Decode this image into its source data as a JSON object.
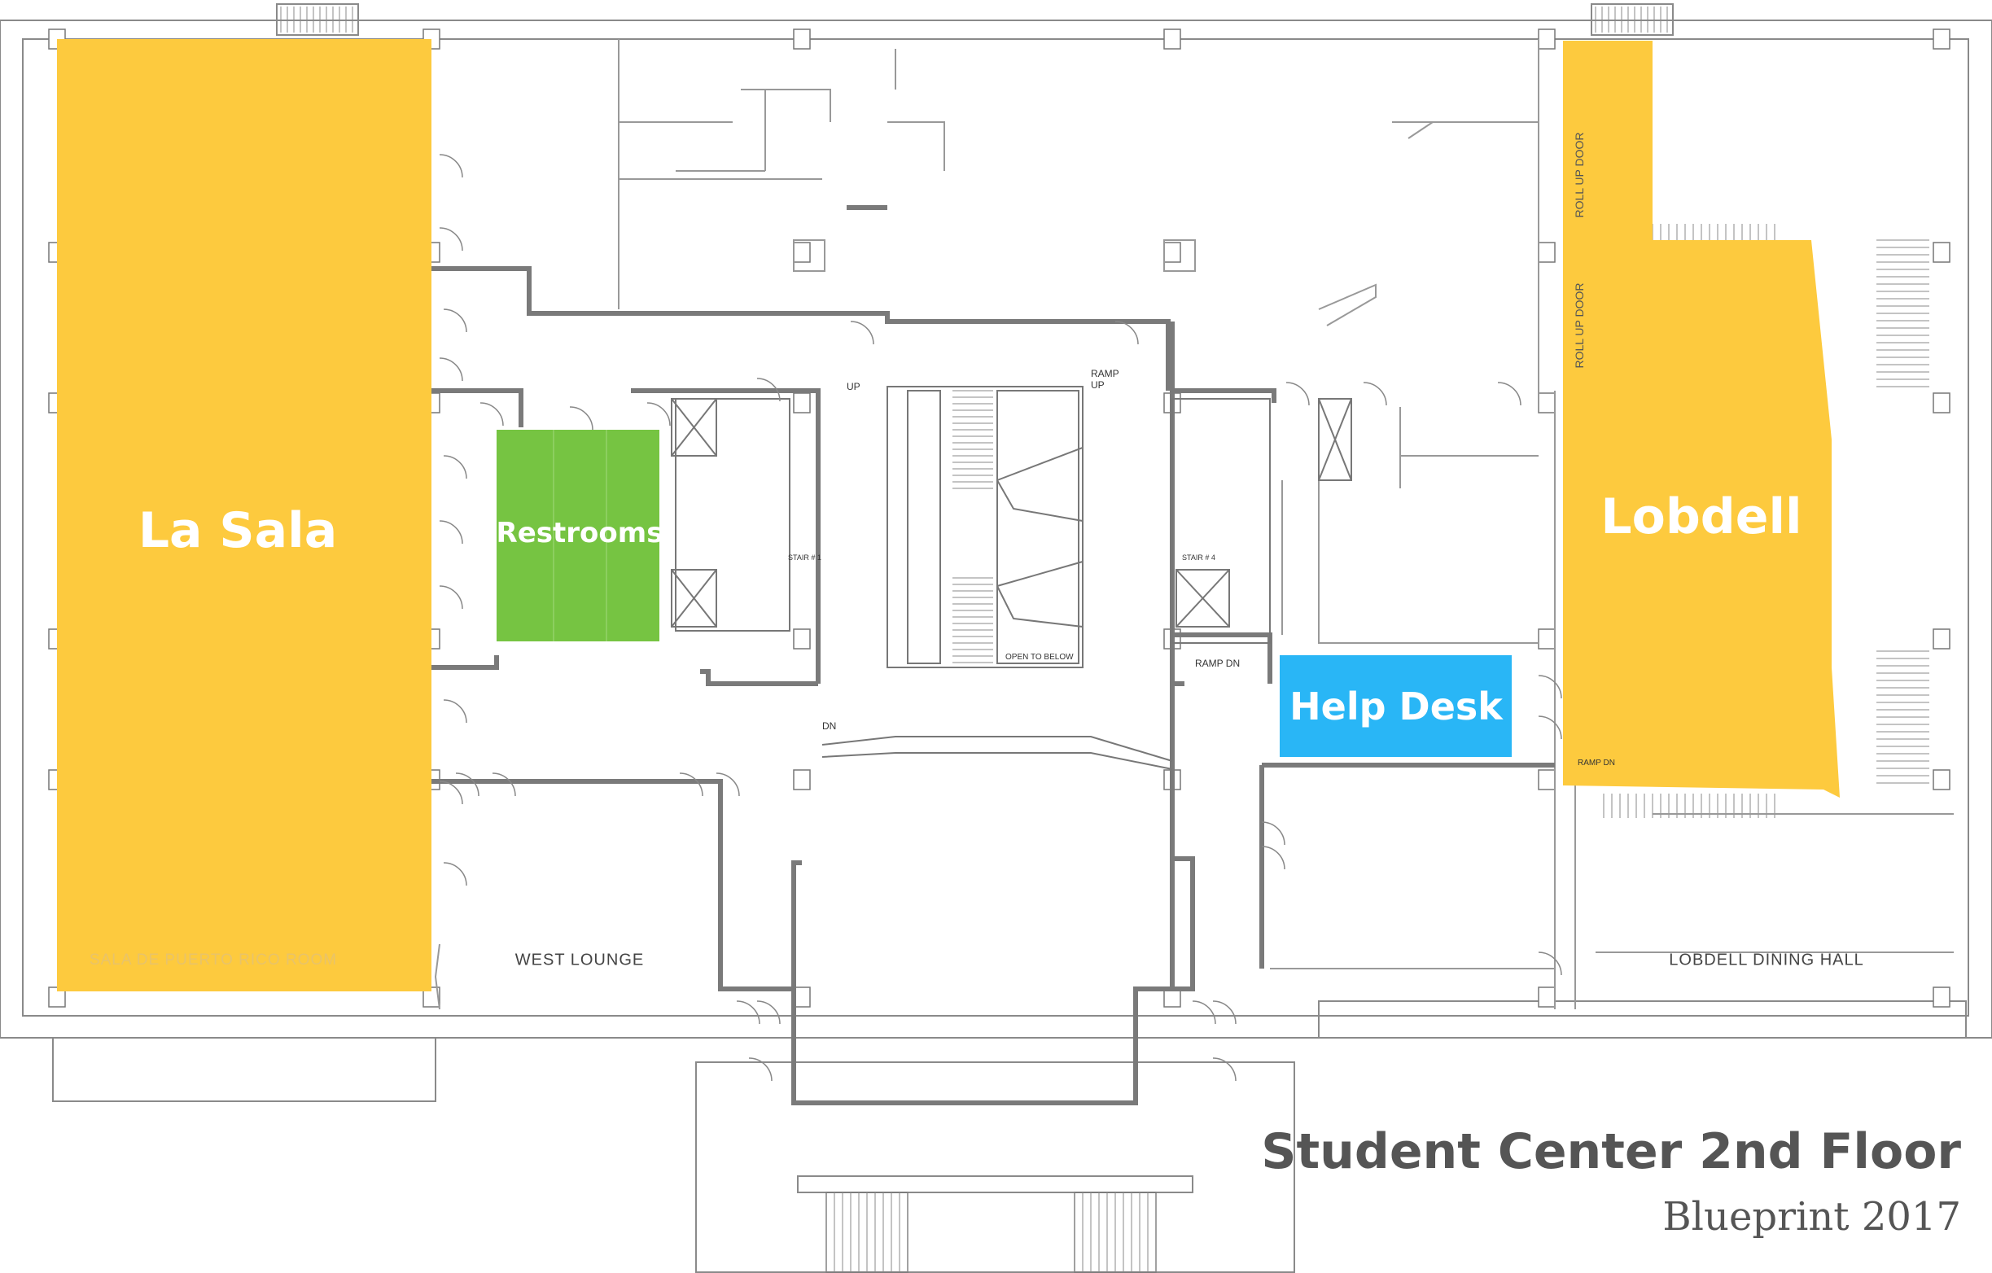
{
  "title": "Student Center 2nd Floor",
  "subtitle": "Blueprint 2017",
  "colors": {
    "highlight_yellow": "#fdca3e",
    "highlight_green": "#76c442",
    "highlight_blue": "#29b6f6",
    "wall": "#7a7a7a",
    "line": "#9a9a9a",
    "title_text": "#555555"
  },
  "highlights": {
    "la_sala": "La Sala",
    "restrooms": "Restrooms",
    "lobdell": "Lobdell",
    "help_desk": "Help Desk"
  },
  "rooms": {
    "sala_de_puerto_rico": "SALA DE PUERTO RICO ROOM",
    "west_lounge": "WEST LOUNGE",
    "lobdell_dining_hall": "LOBDELL DINING HALL"
  },
  "annotations": {
    "dn": "DN",
    "up": "UP",
    "ramp_up": "RAMP UP",
    "ramp_dn": "RAMP DN",
    "ramp_dn_2": "RAMP DN",
    "open_to_below": "OPEN TO BELOW",
    "roll_up_door": "ROLL UP DOOR",
    "stair_1": "STAIR # 1",
    "stair_4": "STAIR # 4"
  }
}
